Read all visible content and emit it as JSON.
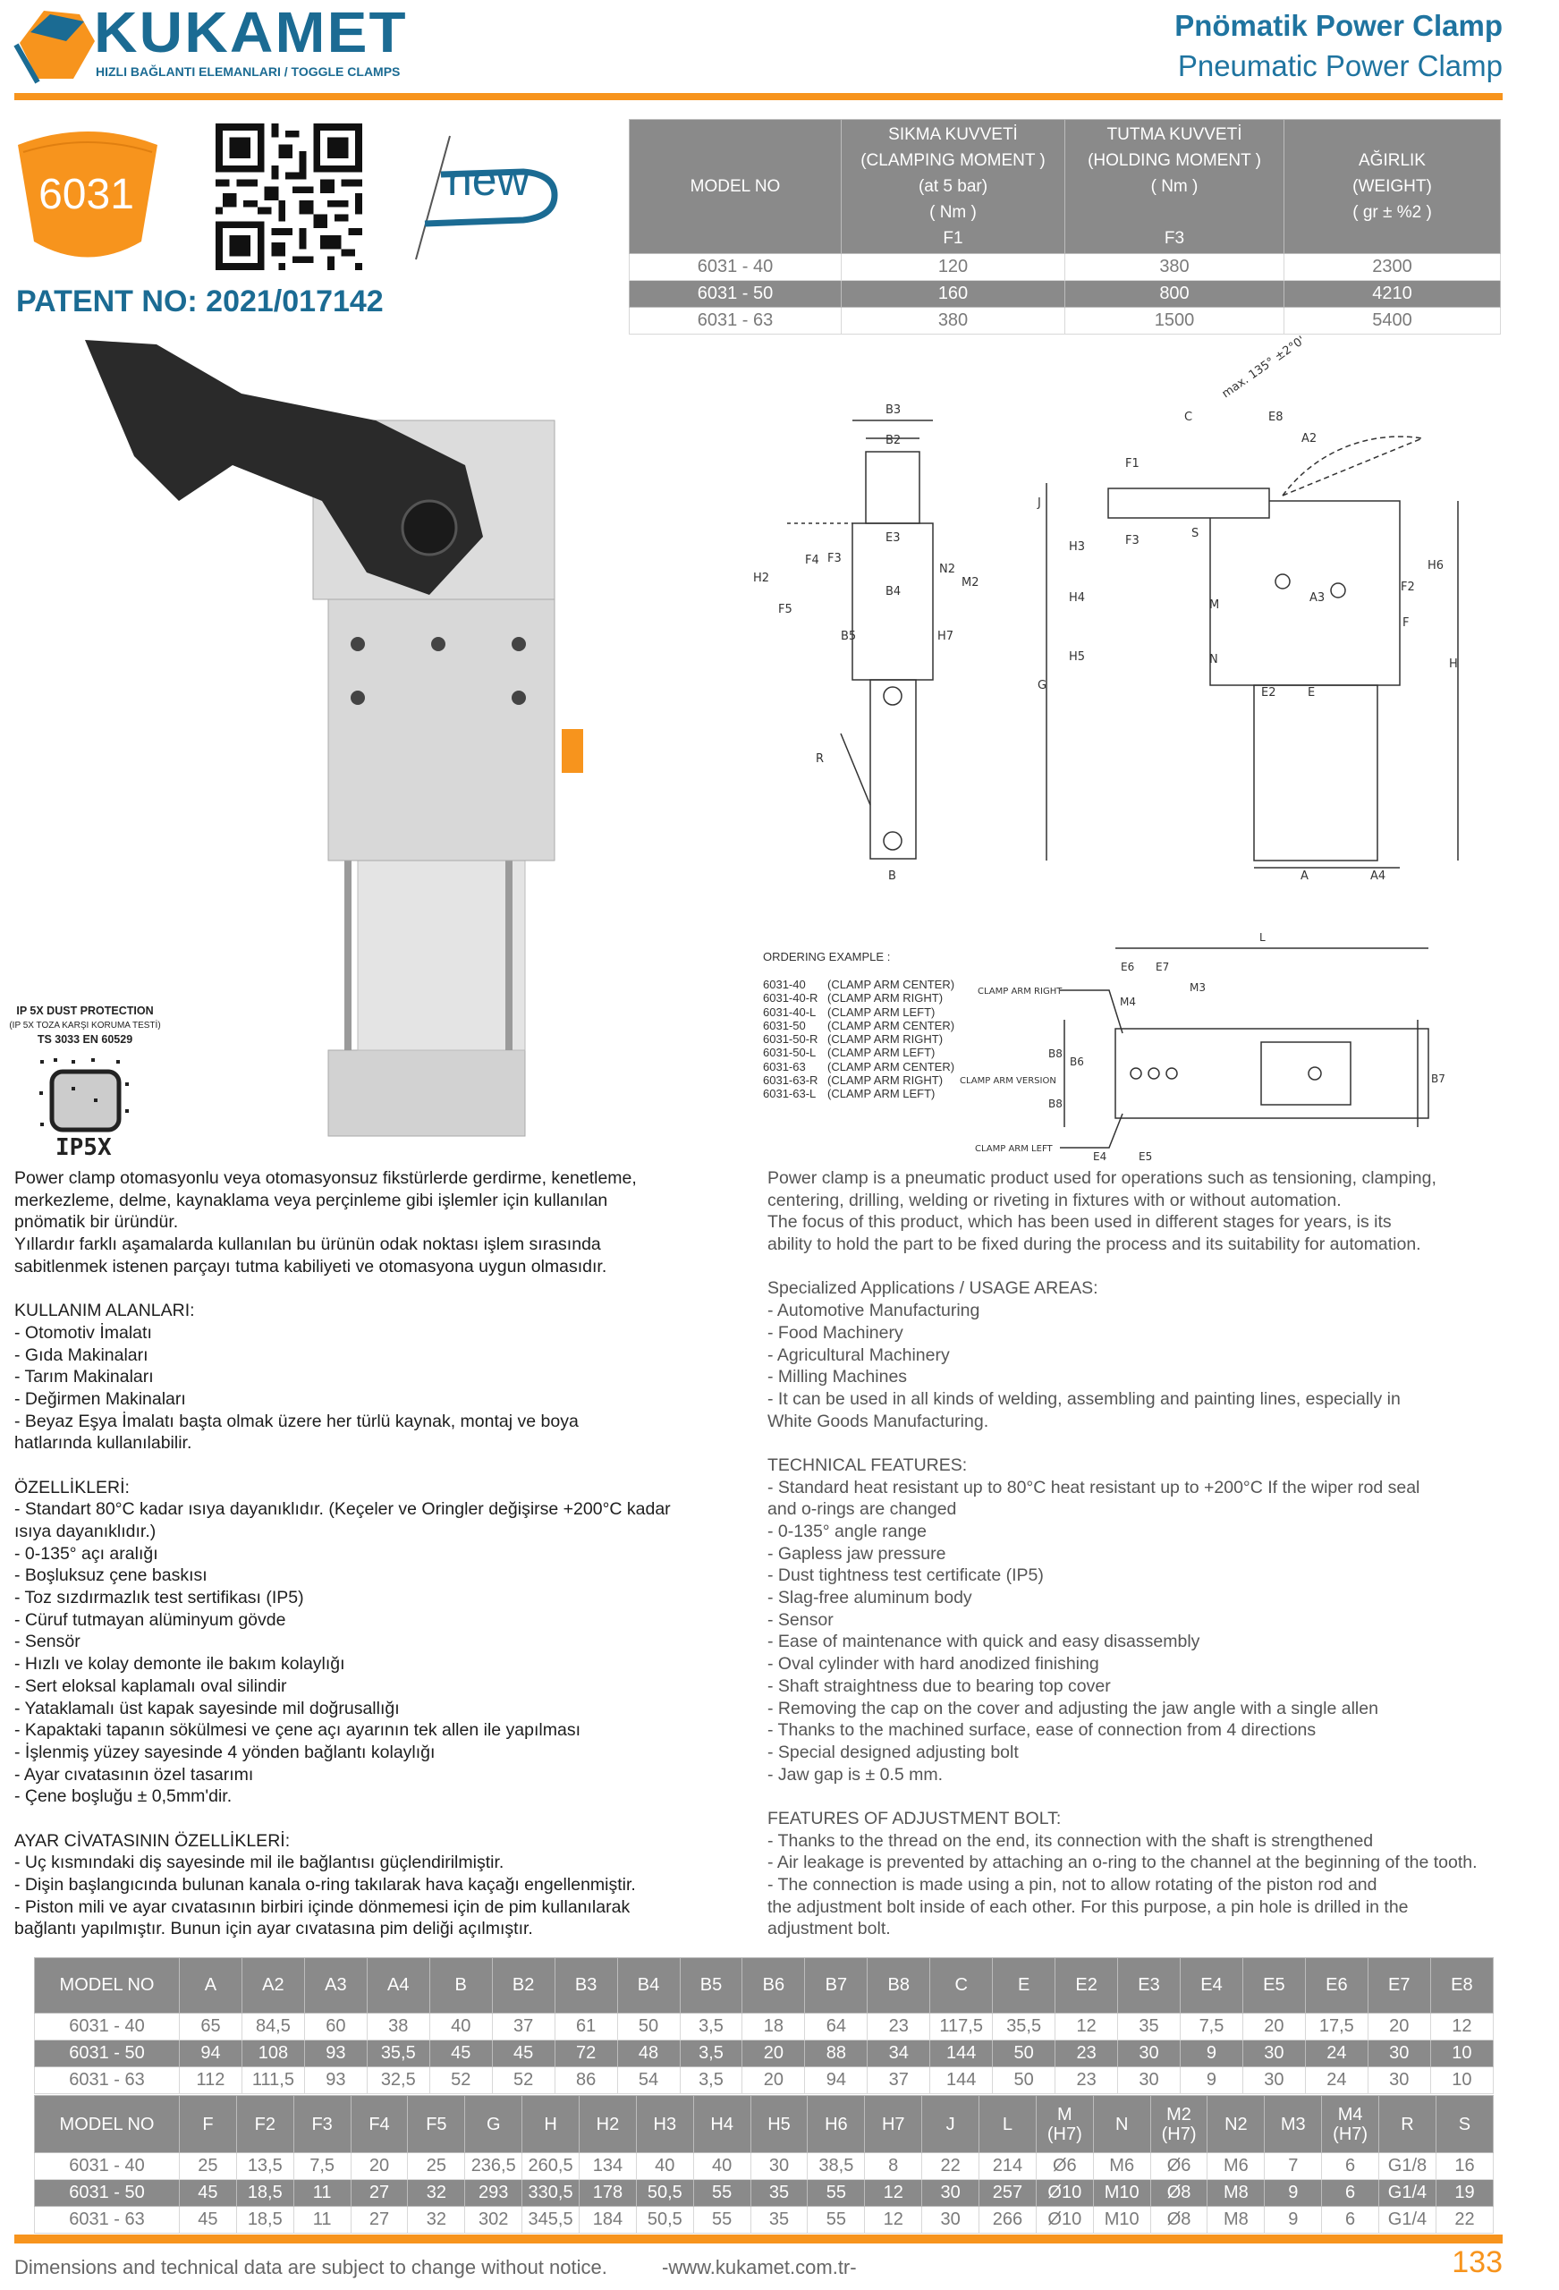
{
  "brand": {
    "name": "KUKAMET",
    "tagline": "HIZLI BAĞLANTI ELEMANLARI / TOGGLE CLAMPS",
    "orange": "#f7941d",
    "blue": "#1b6b93"
  },
  "header": {
    "title_tr": "Pnömatik Power Clamp",
    "title_en": "Pneumatic Power Clamp"
  },
  "product": {
    "code": "6031",
    "new_label": "new",
    "patent": "PATENT NO: 2021/017142"
  },
  "top_table": {
    "headers": [
      "MODEL NO",
      "SIKMA KUVVETİ\n(CLAMPING MOMENT )\n(at 5 bar)\n( Nm )\nF1",
      "TUTMA KUVVETİ\n(HOLDING MOMENT )\n( Nm )\n\nF3",
      "AĞIRLIK\n(WEIGHT)\n( gr ± %2 )"
    ],
    "rows": [
      [
        "6031 - 40",
        "120",
        "380",
        "2300"
      ],
      [
        "6031 - 50",
        "160",
        "800",
        "4210"
      ],
      [
        "6031 - 63",
        "380",
        "1500",
        "5400"
      ]
    ]
  },
  "ip": {
    "title": "IP 5X DUST PROTECTION",
    "subtitle": "(IP 5X TOZA KARŞI KORUMA TESTİ)",
    "standard": "TS 3033 EN 60529",
    "label": "IP5X"
  },
  "ordering": {
    "title": "ORDERING EXAMPLE :",
    "items": [
      [
        "6031-40",
        "(CLAMP  ARM  CENTER)"
      ],
      [
        "6031-40-R",
        "(CLAMP  ARM  RIGHT)"
      ],
      [
        "6031-40-L",
        "(CLAMP  ARM  LEFT)"
      ],
      [
        "6031-50",
        "(CLAMP  ARM  CENTER)"
      ],
      [
        "6031-50-R",
        "(CLAMP  ARM  RIGHT)"
      ],
      [
        "6031-50-L",
        "(CLAMP  ARM  LEFT)"
      ],
      [
        "6031-63",
        "(CLAMP  ARM  CENTER)"
      ],
      [
        "6031-63-R",
        "(CLAMP  ARM  RIGHT)"
      ],
      [
        "6031-63-L",
        "(CLAMP  ARM  LEFT)"
      ]
    ]
  },
  "drawing": {
    "side": [
      "B3",
      "B2",
      "E3",
      "F4",
      "F3",
      "N2",
      "M2",
      "H2",
      "F5",
      "B4",
      "B5",
      "H7",
      "R",
      "B"
    ],
    "front": [
      "C",
      "E8",
      "A2",
      "F1",
      "J",
      "H3",
      "F3",
      "S",
      "H4",
      "M",
      "A3",
      "F2",
      "H6",
      "F",
      "H5",
      "N",
      "E2",
      "E",
      "G",
      "H",
      "A",
      "A4",
      "max. 135° ±2°0'"
    ],
    "top": [
      "L",
      "E6",
      "E7",
      "M3",
      "M4",
      "B6",
      "B8",
      "B8",
      "B7",
      "E4",
      "E5",
      "CLAMP ARM RIGHT",
      "CLAMP ARM VERSION",
      "CLAMP ARM LEFT"
    ]
  },
  "left_text": [
    "Power clamp otomasyonlu veya otomasyonsuz fikstürlerde gerdirme, kenetleme,",
    "merkezleme, delme, kaynaklama veya perçinleme gibi işlemler için kullanılan",
    "pnömatik bir üründür.",
    "Yıllardır farklı aşamalarda kullanılan bu ürünün odak noktası işlem sırasında",
    "sabitlenmek istenen parçayı tutma kabiliyeti ve otomasyona uygun olmasıdır.",
    "",
    "KULLANIM ALANLARI:",
    "- Otomotiv İmalatı",
    "- Gıda Makinaları",
    "- Tarım Makinaları",
    "- Değirmen Makinaları",
    "- Beyaz Eşya İmalatı başta olmak üzere her türlü kaynak, montaj ve boya",
    "hatlarında kullanılabilir.",
    "",
    "ÖZELLİKLERİ:",
    "- Standart 80°C kadar ısıya dayanıklıdır. (Keçeler ve Oringler değişirse +200°C kadar",
    "ısıya dayanıklıdır.)",
    "- 0-135° açı aralığı",
    "- Boşluksuz çene baskısı",
    "- Toz sızdırmazlık test sertifikası (IP5)",
    "- Cüruf tutmayan alüminyum gövde",
    "- Sensör",
    "- Hızlı ve kolay demonte ile bakım kolaylığı",
    "- Sert eloksal kaplamalı oval silindir",
    "- Yataklamalı üst kapak sayesinde mil doğrusallığı",
    "- Kapaktaki tapanın sökülmesi ve çene açı ayarının tek allen ile yapılması",
    "- İşlenmiş yüzey sayesinde 4 yönden bağlantı kolaylığı",
    "- Ayar cıvatasının özel tasarımı",
    "- Çene boşluğu ± 0,5mm'dir.",
    "",
    "AYAR CİVATASININ ÖZELLİKLERİ:",
    "- Uç kısmındaki diş sayesinde mil ile bağlantısı güçlendirilmiştir.",
    "- Dişin başlangıcında bulunan kanala o-ring takılarak hava kaçağı engellenmiştir.",
    "- Piston mili ve ayar cıvatasının birbiri içinde dönmemesi için de pim kullanılarak",
    "bağlantı yapılmıştır. Bunun için ayar cıvatasına pim deliği açılmıştır."
  ],
  "right_text": [
    "Power clamp is a pneumatic product used for operations such as tensioning, clamping,",
    "centering, drilling, welding or riveting in fixtures with or without automation.",
    "The focus of this product, which has been used in different stages for years, is its",
    "ability to hold the part to be fixed during the process and its suitability for automation.",
    "",
    "Specialized Applications / USAGE AREAS:",
    "- Automotive Manufacturing",
    "- Food Machinery",
    "- Agricultural Machinery",
    "- Milling Machines",
    "- It can be used in all kinds of welding, assembling and painting lines, especially in",
    "White Goods Manufacturing.",
    "",
    "TECHNICAL FEATURES:",
    "- Standard heat resistant up to 80°C heat resistant up to +200°C If the wiper rod seal",
    "and o-rings are changed",
    "- 0-135° angle range",
    "- Gapless jaw pressure",
    "- Dust tightness test certificate (IP5)",
    "- Slag-free aluminum body",
    "- Sensor",
    "- Ease of maintenance with quick and easy disassembly",
    "- Oval cylinder with hard anodized finishing",
    "- Shaft straightness due to bearing top cover",
    "- Removing the cap on the cover and adjusting the jaw angle with a single allen",
    "- Thanks to the machined surface, ease of connection from 4 directions",
    "- Special designed adjusting bolt",
    "- Jaw gap is ± 0.5 mm.",
    "",
    "FEATURES OF ADJUSTMENT BOLT:",
    "- Thanks to the thread on the end, its connection with the shaft is strengthened",
    "- Air leakage is prevented by attaching an o-ring to the channel at the beginning of the tooth.",
    "- The connection is made using a pin, not to allow rotating of the piston rod and",
    "the adjustment bolt inside of each other. For this purpose, a pin hole is drilled in the",
    "adjustment bolt."
  ],
  "dim_table_1": {
    "headers": [
      "MODEL NO",
      "A",
      "A2",
      "A3",
      "A4",
      "B",
      "B2",
      "B3",
      "B4",
      "B5",
      "B6",
      "B7",
      "B8",
      "C",
      "E",
      "E2",
      "E3",
      "E4",
      "E5",
      "E6",
      "E7",
      "E8"
    ],
    "rows": [
      [
        "6031 - 40",
        "65",
        "84,5",
        "60",
        "38",
        "40",
        "37",
        "61",
        "50",
        "3,5",
        "18",
        "64",
        "23",
        "117,5",
        "35,5",
        "12",
        "35",
        "7,5",
        "20",
        "17,5",
        "20",
        "12"
      ],
      [
        "6031 - 50",
        "94",
        "108",
        "93",
        "35,5",
        "45",
        "45",
        "72",
        "48",
        "3,5",
        "20",
        "88",
        "34",
        "144",
        "50",
        "23",
        "30",
        "9",
        "30",
        "24",
        "30",
        "10"
      ],
      [
        "6031 - 63",
        "112",
        "111,5",
        "93",
        "32,5",
        "52",
        "52",
        "86",
        "54",
        "3,5",
        "20",
        "94",
        "37",
        "144",
        "50",
        "23",
        "30",
        "9",
        "30",
        "24",
        "30",
        "10"
      ]
    ]
  },
  "dim_table_2": {
    "headers": [
      "MODEL NO",
      "F",
      "F2",
      "F3",
      "F4",
      "F5",
      "G",
      "H",
      "H2",
      "H3",
      "H4",
      "H5",
      "H6",
      "H7",
      "J",
      "L",
      "M\n(H7)",
      "N",
      "M2\n(H7)",
      "N2",
      "M3",
      "M4\n(H7)",
      "R",
      "S"
    ],
    "rows": [
      [
        "6031 - 40",
        "25",
        "13,5",
        "7,5",
        "20",
        "25",
        "236,5",
        "260,5",
        "134",
        "40",
        "40",
        "30",
        "38,5",
        "8",
        "22",
        "214",
        "Ø6",
        "M6",
        "Ø6",
        "M6",
        "7",
        "6",
        "G1/8",
        "16"
      ],
      [
        "6031 - 50",
        "45",
        "18,5",
        "11",
        "27",
        "32",
        "293",
        "330,5",
        "178",
        "50,5",
        "55",
        "35",
        "55",
        "12",
        "30",
        "257",
        "Ø10",
        "M10",
        "Ø8",
        "M8",
        "9",
        "6",
        "G1/4",
        "19"
      ],
      [
        "6031 - 63",
        "45",
        "18,5",
        "11",
        "27",
        "32",
        "302",
        "345,5",
        "184",
        "50,5",
        "55",
        "35",
        "55",
        "12",
        "30",
        "266",
        "Ø10",
        "M10",
        "Ø8",
        "M8",
        "9",
        "6",
        "G1/4",
        "22"
      ]
    ]
  },
  "footer": {
    "disclaimer": "Dimensions and technical data are subject to change without notice.",
    "website": "-www.kukamet.com.tr-",
    "page": "133"
  }
}
